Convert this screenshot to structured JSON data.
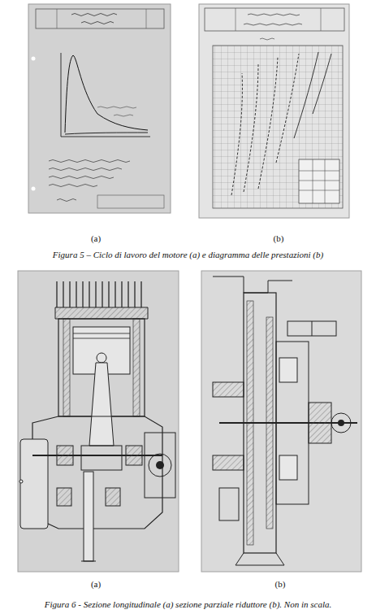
{
  "diagram": {
    "labels": [
      "(a)",
      "(b)",
      "Figura 5 – Ciclo di lavoro del motore (a) e diagramma delle prestazioni (b)",
      "(a)",
      "(b)",
      "Figura 6 - Sezione longitudinale (a) sezione parziale riduttore (b). Non in scala."
    ]
  }
}
